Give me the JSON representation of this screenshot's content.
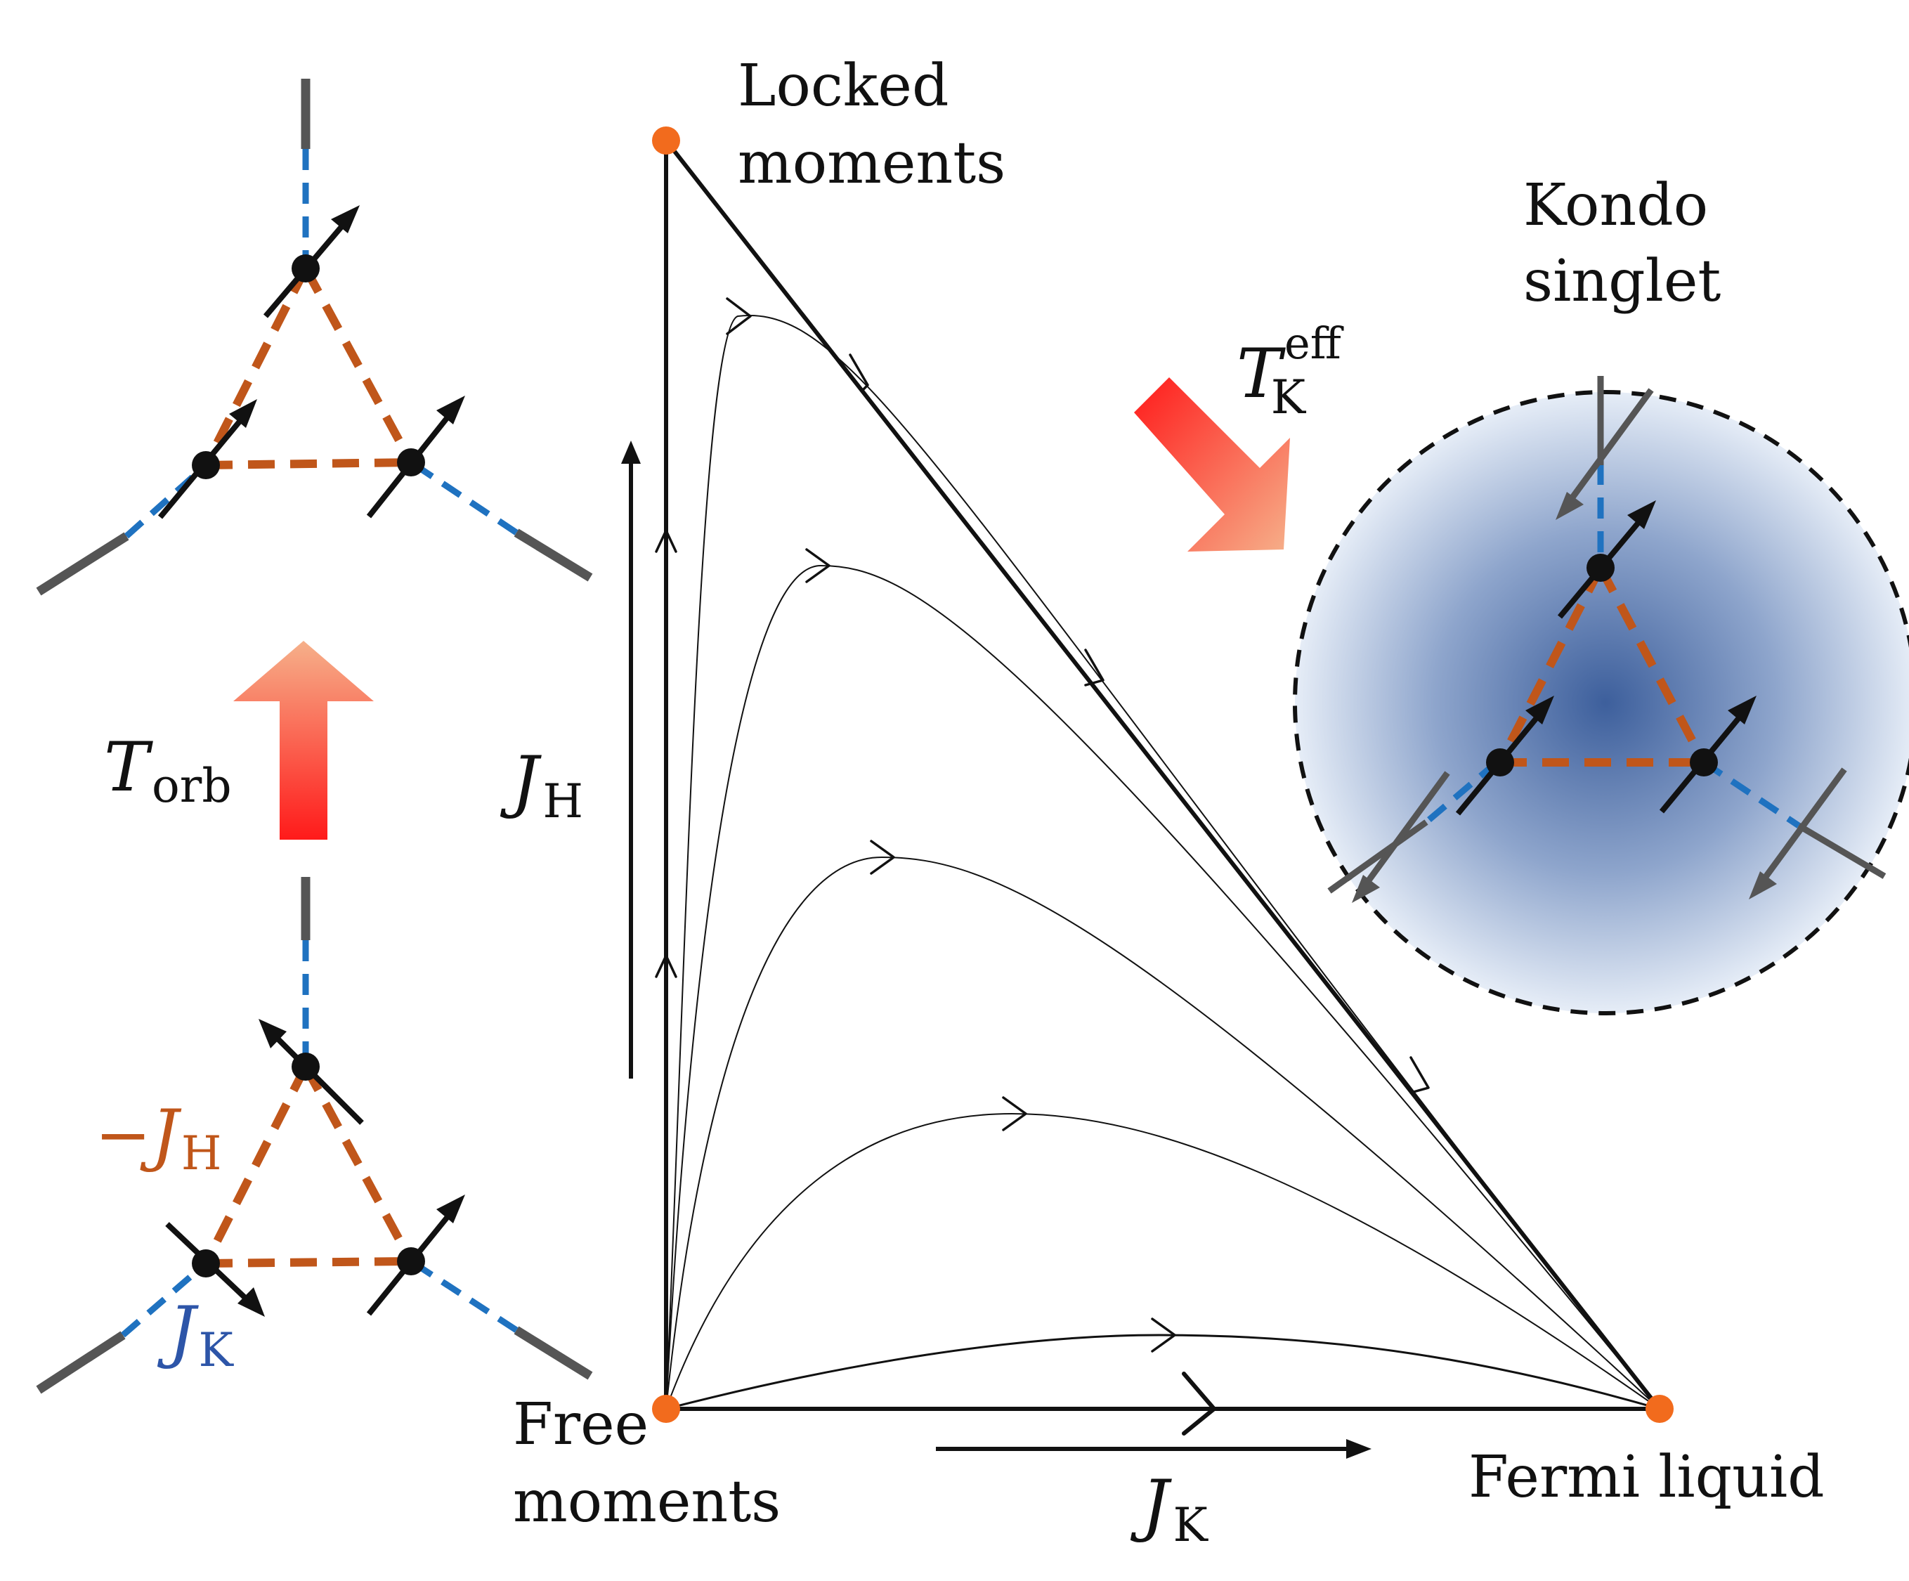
{
  "fixed_points": {
    "locked": [
      "Locked",
      "moments"
    ],
    "free": [
      "Free",
      "moments"
    ],
    "fermi": "Fermi liquid",
    "kondo": [
      "Kondo",
      "singlet"
    ]
  },
  "axes": {
    "jh_main": "J",
    "jh_sub": "H",
    "jk_main": "J",
    "jk_sub": "K"
  },
  "temperatures": {
    "torb_main": "T",
    "torb_sub": "orb",
    "tk_main": "T",
    "tk_sub": "K",
    "tk_sup": "eff"
  },
  "couplings": {
    "minus_jh_main": "−J",
    "minus_jh_sub": "H",
    "jk_main": "J",
    "jk_sub": "K"
  },
  "colors": {
    "fixed_point": "#f26b1d",
    "hund_bond": "#c0561a",
    "kondo_bond": "#1f72c0",
    "lead": "#555555",
    "kondo_cloud": "#3d5f9c",
    "arrow_hot": "#ff1a1a",
    "arrow_cool": "#f6b08a"
  }
}
